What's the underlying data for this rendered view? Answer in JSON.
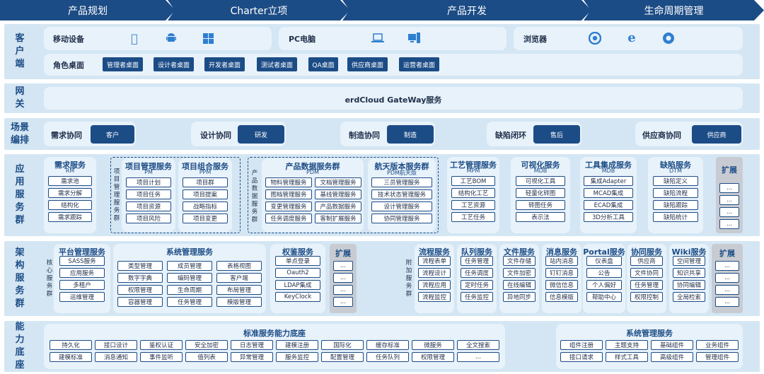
{
  "phases": [
    "产品规划",
    "Charter立项",
    "产品开发",
    "生命周期管理"
  ],
  "client": {
    "label": "客户端",
    "mobile": "移动设备",
    "pc": "PC电脑",
    "browser": "浏览器",
    "roles_label": "角色桌面",
    "roles": [
      "管理者桌面",
      "设计者桌面",
      "开发者桌面",
      "测试者桌面",
      "QA桌面",
      "供应商桌面",
      "运营者桌面"
    ],
    "icons": [
      "apple-icon",
      "android-icon",
      "windows-icon",
      "laptop-icon",
      "desktop-icon",
      "chrome-icon",
      "ie-icon",
      "firefox-icon"
    ]
  },
  "gateway": {
    "label": "网关",
    "service": "erdCloud GateWay服务"
  },
  "scene": {
    "label": "场景编排",
    "items": [
      {
        "name": "需求协同",
        "tag": "客户"
      },
      {
        "name": "设计协同",
        "tag": "研发"
      },
      {
        "name": "制造协同",
        "tag": "制造"
      },
      {
        "name": "缺陷闭环",
        "tag": "售后"
      },
      {
        "name": "供应商协同",
        "tag": "供应商"
      }
    ]
  },
  "app": {
    "label": "应用服务群",
    "rm": {
      "title": "需求服务",
      "sub": "RM",
      "items": [
        "需求池",
        "需求分解",
        "结构化",
        "需求跟踪"
      ]
    },
    "pm_group": "项目管理服务群",
    "pm": {
      "title": "项目管理服务",
      "sub": "PM",
      "items": [
        "项目计划",
        "项目任务",
        "项目资源",
        "项目风险"
      ]
    },
    "ppm": {
      "title": "项目组合服务",
      "sub": "PPM",
      "items": [
        "项目群",
        "项目提案",
        "战略指标",
        "项目变更"
      ]
    },
    "pdm_group": "产品数据服务群",
    "pdm": {
      "title": "产品数据服务群",
      "sub": "PDM",
      "items": [
        "物料管理服务",
        "文档管理服务",
        "图档管理服务",
        "基线管理服务",
        "变更管理服务",
        "产品数据服务",
        "任务调度服务",
        "客制扩展服务"
      ]
    },
    "aero": {
      "title": "航天版本服务群",
      "sub": "PDM航天版",
      "items": [
        "三员管理服务",
        "技术状态管理服务",
        "设计管理服务",
        "协同管理服务"
      ]
    },
    "mpm": {
      "title": "工艺管理服务",
      "sub": "MPM",
      "items": [
        "工艺BOM",
        "结构化工艺",
        "工艺资源",
        "工艺任务"
      ]
    },
    "mdb1": {
      "title": "可视化服务",
      "sub": "MDB",
      "items": [
        "可视化工具",
        "轻量化转图",
        "转图任务",
        "表示法"
      ]
    },
    "mdb2": {
      "title": "工具集成服务",
      "sub": "MDB",
      "items": [
        "集成Adapter",
        "MCAD集成",
        "ECAD集成",
        "3D分析工具"
      ]
    },
    "dtm": {
      "title": "缺陷服务",
      "sub": "DTM",
      "items": [
        "缺陷定义",
        "缺陷流程",
        "缺陷跟踪",
        "缺陷统计"
      ]
    },
    "ext": {
      "title": "扩展",
      "items": [
        "...",
        "...",
        "...",
        "..."
      ]
    }
  },
  "arch": {
    "label": "架构服务群",
    "core_label": "核心服务群",
    "extra_label": "附加服务群",
    "platform": {
      "title": "平台管理服务",
      "items": [
        "SASS服务",
        "应用服务",
        "多租户",
        "运维管理"
      ]
    },
    "system": {
      "title": "系统管理服务",
      "items": [
        "类型管理",
        "成员管理",
        "表格视图",
        "数字字典",
        "编码管理",
        "客户端",
        "权限管理",
        "生命周期",
        "布局管理",
        "容器管理",
        "任务管理",
        "模版管理"
      ]
    },
    "auth": {
      "title": "权鉴服务",
      "items": [
        "单点登录",
        "Oauth2",
        "LDAP集成",
        "KeyClock"
      ]
    },
    "ext1": {
      "title": "扩展",
      "items": [
        "...",
        "...",
        "...",
        "..."
      ]
    },
    "flow": {
      "title": "流程服务",
      "items": [
        "流程表单",
        "流程设计",
        "流程应用",
        "流程监控"
      ]
    },
    "queue": {
      "title": "队列服务",
      "items": [
        "任务管理",
        "任务调度",
        "定时任务",
        "任务监控"
      ]
    },
    "file": {
      "title": "文件服务",
      "items": [
        "文件存储",
        "文件加密",
        "在线编辑",
        "异地同步"
      ]
    },
    "msg": {
      "title": "消息服务",
      "items": [
        "站内消息",
        "钉钉消息",
        "微信信息",
        "信息模版"
      ]
    },
    "portal": {
      "title": "Portal服务",
      "items": [
        "仪表盘",
        "公告",
        "个人偏好",
        "帮助中心"
      ]
    },
    "collab": {
      "title": "协同服务",
      "items": [
        "供应商",
        "文件协同",
        "任务管理",
        "权限控制"
      ]
    },
    "wiki": {
      "title": "Wiki服务",
      "items": [
        "空间管理",
        "知识共享",
        "协同编辑",
        "全局检索"
      ]
    },
    "ext2": {
      "title": "扩展",
      "items": [
        "...",
        "...",
        "...",
        "..."
      ]
    }
  },
  "cap": {
    "label": "能力底座",
    "std": {
      "title": "标准服务能力底座",
      "items": [
        "持久化",
        "接口设计",
        "鉴权认证",
        "安全加密",
        "日志管理",
        "建模注册",
        "国际化",
        "缓存标准",
        "微服务",
        "全文搜索",
        "建模标准",
        "消息通知",
        "事件监听",
        "值列表",
        "异常管理",
        "服务监控",
        "配置管理",
        "任务队列",
        "权限管理",
        "..."
      ]
    },
    "sys": {
      "title": "系统管理服务",
      "items": [
        "组件注册",
        "主题支持",
        "基础组件",
        "业务组件",
        "接口请求",
        "样式工具",
        "高级组件",
        "管理组件"
      ]
    }
  }
}
